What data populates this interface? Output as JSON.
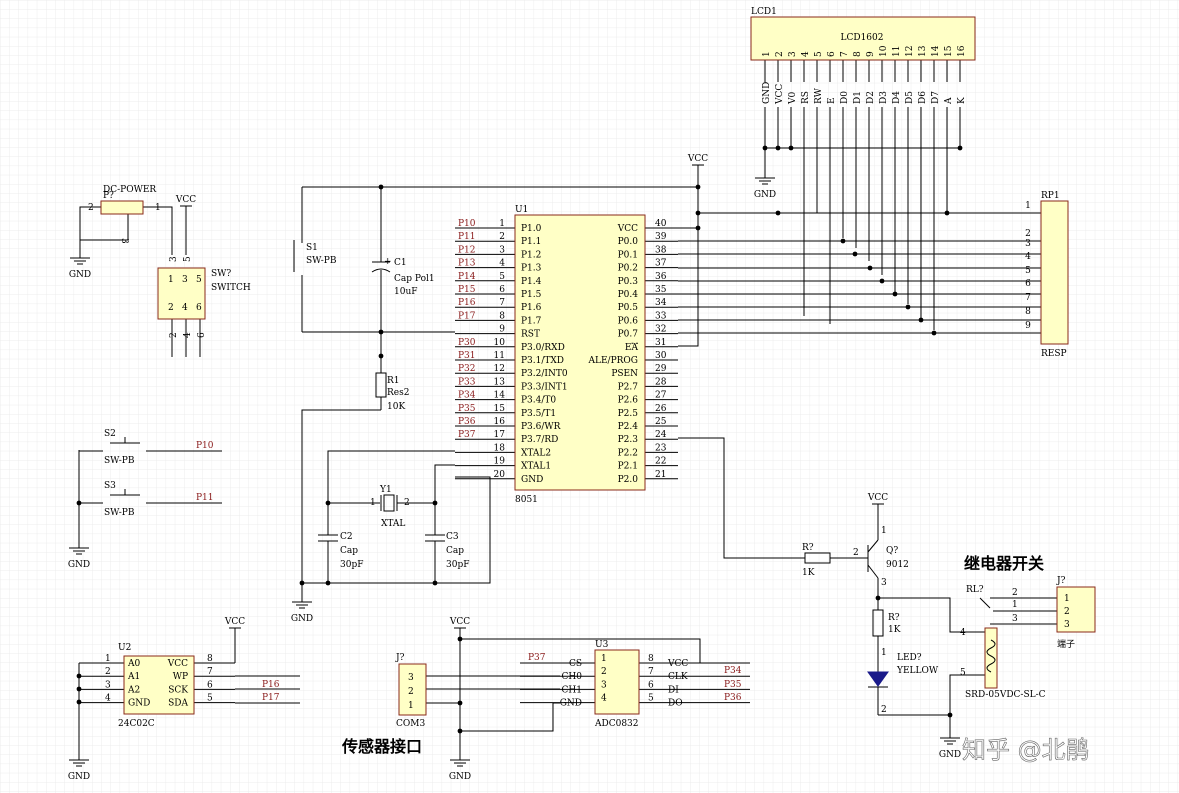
{
  "lcd": {
    "ref": "LCD1",
    "name": "LCD1602",
    "pin_numbers": [
      "1",
      "2",
      "3",
      "4",
      "5",
      "6",
      "7",
      "8",
      "9",
      "10",
      "11",
      "12",
      "13",
      "14",
      "15",
      "16"
    ],
    "pin_names": [
      "GND",
      "VCC",
      "V0",
      "RS",
      "RW",
      "E",
      "D0",
      "D1",
      "D2",
      "D3",
      "D4",
      "D5",
      "D6",
      "D7",
      "A",
      "K"
    ],
    "gnd": "GND"
  },
  "mcu": {
    "ref": "U1",
    "name": "8051",
    "left_pins": [
      {
        "num": "1",
        "name": "P1.0",
        "net": "P10"
      },
      {
        "num": "2",
        "name": "P1.1",
        "net": "P11"
      },
      {
        "num": "3",
        "name": "P1.2",
        "net": "P12"
      },
      {
        "num": "4",
        "name": "P1.3",
        "net": "P13"
      },
      {
        "num": "5",
        "name": "P1.4",
        "net": "P14"
      },
      {
        "num": "6",
        "name": "P1.5",
        "net": "P15"
      },
      {
        "num": "7",
        "name": "P1.6",
        "net": "P16"
      },
      {
        "num": "8",
        "name": "P1.7",
        "net": "P17"
      },
      {
        "num": "9",
        "name": "RST",
        "net": ""
      },
      {
        "num": "10",
        "name": "P3.0/RXD",
        "net": "P30"
      },
      {
        "num": "11",
        "name": "P3.1/TXD",
        "net": "P31"
      },
      {
        "num": "12",
        "name": "P3.2/INT0",
        "net": "P32"
      },
      {
        "num": "13",
        "name": "P3.3/INT1",
        "net": "P33"
      },
      {
        "num": "14",
        "name": "P3.4/T0",
        "net": "P34"
      },
      {
        "num": "15",
        "name": "P3.5/T1",
        "net": "P35"
      },
      {
        "num": "16",
        "name": "P3.6/WR",
        "net": "P36"
      },
      {
        "num": "17",
        "name": "P3.7/RD",
        "net": "P37"
      },
      {
        "num": "18",
        "name": "XTAL2",
        "net": ""
      },
      {
        "num": "19",
        "name": "XTAL1",
        "net": ""
      },
      {
        "num": "20",
        "name": "GND",
        "net": ""
      }
    ],
    "right_pins": [
      {
        "num": "40",
        "name": "VCC"
      },
      {
        "num": "39",
        "name": "P0.0"
      },
      {
        "num": "38",
        "name": "P0.1"
      },
      {
        "num": "37",
        "name": "P0.2"
      },
      {
        "num": "36",
        "name": "P0.3"
      },
      {
        "num": "35",
        "name": "P0.4"
      },
      {
        "num": "34",
        "name": "P0.5"
      },
      {
        "num": "33",
        "name": "P0.6"
      },
      {
        "num": "32",
        "name": "P0.7"
      },
      {
        "num": "31",
        "name": "EA"
      },
      {
        "num": "30",
        "name": "ALE/PROG"
      },
      {
        "num": "29",
        "name": "PSEN"
      },
      {
        "num": "28",
        "name": "P2.7"
      },
      {
        "num": "27",
        "name": "P2.6"
      },
      {
        "num": "26",
        "name": "P2.5"
      },
      {
        "num": "25",
        "name": "P2.4"
      },
      {
        "num": "24",
        "name": "P2.3"
      },
      {
        "num": "23",
        "name": "P2.2"
      },
      {
        "num": "22",
        "name": "P2.1"
      },
      {
        "num": "21",
        "name": "P2.0"
      }
    ]
  },
  "rp1": {
    "ref": "RP1",
    "name": "RESP",
    "pins": [
      "1",
      "2",
      "3",
      "4",
      "5",
      "6",
      "7",
      "8",
      "9"
    ]
  },
  "power": {
    "vcc": "VCC",
    "gnd": "GND"
  },
  "dc_power": {
    "ref": "P?",
    "name": "DC-POWER",
    "pin1": "1",
    "pin2": "2",
    "pin3": "3"
  },
  "switch": {
    "ref": "SW?",
    "name": "SWITCH",
    "top_pins": [
      "3",
      "5"
    ],
    "box_pins": [
      "1",
      "3",
      "5",
      "2",
      "4",
      "6"
    ],
    "bottom_pins": [
      "2",
      "4",
      "6"
    ]
  },
  "s1": {
    "ref": "S1",
    "name": "SW-PB"
  },
  "c1": {
    "ref": "C1",
    "name": "Cap Pol1",
    "value": "10uF",
    "plus": "+"
  },
  "r1": {
    "ref": "R1",
    "name": "Res2",
    "value": "10K"
  },
  "y1": {
    "ref": "Y1",
    "name": "XTAL",
    "pin1": "1",
    "pin2": "2"
  },
  "c2": {
    "ref": "C2",
    "name": "Cap",
    "value": "30pF"
  },
  "c3": {
    "ref": "C3",
    "name": "Cap",
    "value": "30pF"
  },
  "s2": {
    "ref": "S2",
    "name": "SW-PB",
    "net": "P10"
  },
  "s3": {
    "ref": "S3",
    "name": "SW-PB",
    "net": "P11"
  },
  "u2": {
    "ref": "U2",
    "name": "24C02C",
    "left": [
      {
        "num": "1",
        "name": "A0"
      },
      {
        "num": "2",
        "name": "A1"
      },
      {
        "num": "3",
        "name": "A2"
      },
      {
        "num": "4",
        "name": "GND"
      }
    ],
    "right": [
      {
        "num": "8",
        "name": "VCC"
      },
      {
        "num": "7",
        "name": "WP"
      },
      {
        "num": "6",
        "name": "SCK"
      },
      {
        "num": "5",
        "name": "SDA"
      }
    ],
    "nets": [
      "P16",
      "P17"
    ]
  },
  "j_sensor": {
    "ref": "J?",
    "name": "COM3",
    "pins": [
      "3",
      "2",
      "1"
    ]
  },
  "u3": {
    "ref": "U3",
    "name": "ADC0832",
    "left": [
      {
        "num": "1",
        "name": "CS"
      },
      {
        "num": "2",
        "name": "CH0"
      },
      {
        "num": "3",
        "name": "CH1"
      },
      {
        "num": "4",
        "name": "GND"
      }
    ],
    "right": [
      {
        "num": "8",
        "name": "VCC"
      },
      {
        "num": "7",
        "name": "CLK"
      },
      {
        "num": "6",
        "name": "DI"
      },
      {
        "num": "5",
        "name": "DO"
      }
    ],
    "nets": [
      "P37",
      "P34",
      "P35",
      "P36"
    ]
  },
  "relay_section": {
    "title": "继电器开关",
    "r_base": {
      "ref": "R?",
      "value": "1K"
    },
    "q": {
      "ref": "Q?",
      "name": "9012",
      "pins": [
        "1",
        "2",
        "3"
      ]
    },
    "r_led": {
      "ref": "R?",
      "value": "1K"
    },
    "led": {
      "ref": "LED?",
      "name": "YELLOW",
      "pins": [
        "1",
        "2"
      ]
    },
    "relay": {
      "ref": "RL?",
      "name": "SRD-05VDC-SL-C",
      "pins": [
        "2",
        "1",
        "3",
        "4",
        "5"
      ]
    },
    "terminal": {
      "ref": "J?",
      "name": "端子",
      "pins": [
        "1",
        "2",
        "3"
      ]
    }
  },
  "sensor_title": "传感器接口",
  "watermark": "知乎 @北鹃"
}
